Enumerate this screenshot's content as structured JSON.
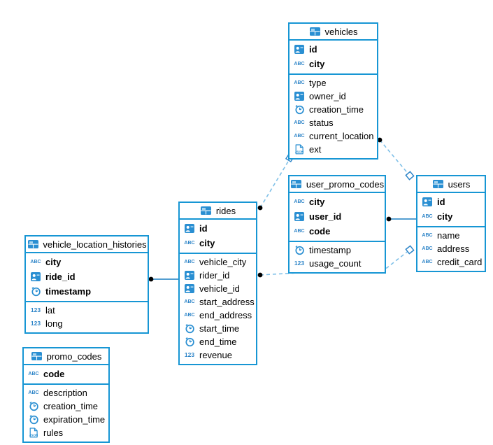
{
  "diagram": {
    "tables": [
      {
        "name": "vehicles",
        "key_columns": [
          {
            "name": "id",
            "type": "uuid"
          },
          {
            "name": "city",
            "type": "text"
          }
        ],
        "columns": [
          {
            "name": "type",
            "type": "text"
          },
          {
            "name": "owner_id",
            "type": "uuid"
          },
          {
            "name": "creation_time",
            "type": "timestamp"
          },
          {
            "name": "status",
            "type": "text"
          },
          {
            "name": "current_location",
            "type": "text"
          },
          {
            "name": "ext",
            "type": "json"
          }
        ]
      },
      {
        "name": "user_promo_codes",
        "key_columns": [
          {
            "name": "city",
            "type": "text"
          },
          {
            "name": "user_id",
            "type": "uuid"
          },
          {
            "name": "code",
            "type": "text"
          }
        ],
        "columns": [
          {
            "name": "timestamp",
            "type": "timestamp"
          },
          {
            "name": "usage_count",
            "type": "number"
          }
        ]
      },
      {
        "name": "users",
        "key_columns": [
          {
            "name": "id",
            "type": "uuid"
          },
          {
            "name": "city",
            "type": "text"
          }
        ],
        "columns": [
          {
            "name": "name",
            "type": "text"
          },
          {
            "name": "address",
            "type": "text"
          },
          {
            "name": "credit_card",
            "type": "text"
          }
        ]
      },
      {
        "name": "rides",
        "key_columns": [
          {
            "name": "id",
            "type": "uuid"
          },
          {
            "name": "city",
            "type": "text"
          }
        ],
        "columns": [
          {
            "name": "vehicle_city",
            "type": "text"
          },
          {
            "name": "rider_id",
            "type": "uuid"
          },
          {
            "name": "vehicle_id",
            "type": "uuid"
          },
          {
            "name": "start_address",
            "type": "text"
          },
          {
            "name": "end_address",
            "type": "text"
          },
          {
            "name": "start_time",
            "type": "timestamp"
          },
          {
            "name": "end_time",
            "type": "timestamp"
          },
          {
            "name": "revenue",
            "type": "number"
          }
        ]
      },
      {
        "name": "vehicle_location_histories",
        "key_columns": [
          {
            "name": "city",
            "type": "text"
          },
          {
            "name": "ride_id",
            "type": "uuid"
          },
          {
            "name": "timestamp",
            "type": "timestamp"
          }
        ],
        "columns": [
          {
            "name": "lat",
            "type": "number"
          },
          {
            "name": "long",
            "type": "number"
          }
        ]
      },
      {
        "name": "promo_codes",
        "key_columns": [
          {
            "name": "code",
            "type": "text"
          }
        ],
        "columns": [
          {
            "name": "description",
            "type": "text"
          },
          {
            "name": "creation_time",
            "type": "timestamp"
          },
          {
            "name": "expiration_time",
            "type": "timestamp"
          },
          {
            "name": "rules",
            "type": "json"
          }
        ]
      }
    ],
    "connections": [
      {
        "from": "rides",
        "to": "vehicles",
        "style": "dashed"
      },
      {
        "from": "vehicles",
        "to": "users",
        "style": "dashed"
      },
      {
        "from": "rides",
        "to": "users",
        "style": "dashed"
      },
      {
        "from": "user_promo_codes",
        "to": "users",
        "style": "solid"
      },
      {
        "from": "vehicle_location_histories",
        "to": "rides",
        "style": "solid"
      }
    ],
    "colors": {
      "table_border": "#1796d4",
      "icon_blue": "#2e85c8",
      "icon_fill_blue": "#2a8fd2",
      "solid_line": "#1a7fc2",
      "dashed_line": "#7fc0e8",
      "endpoint_dot": "#000000",
      "text": "#000000",
      "background": "#ffffff"
    },
    "icon_types": {
      "text": "text-icon",
      "uuid": "uuid-icon",
      "timestamp": "timestamp-icon",
      "number": "number-icon",
      "json": "json-icon",
      "table": "table-icon"
    }
  }
}
